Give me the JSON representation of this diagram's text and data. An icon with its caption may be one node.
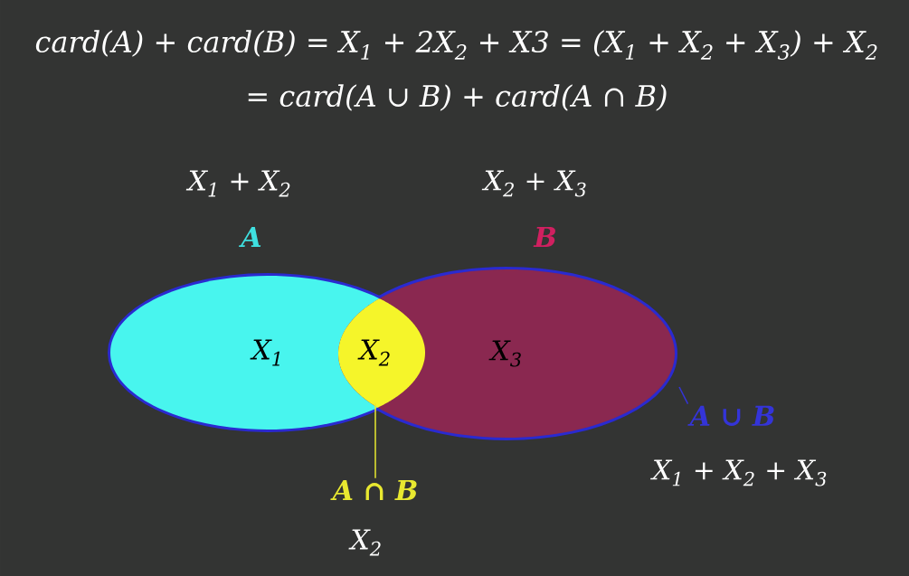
{
  "diagram": {
    "title": "card(A) + card(B) = X$_{1}$ + 2X$_{2}$ + X3 = (X$_{1}$ + X$_{2}$ + X$_{3}$) + X$_{2}$ = card(A ∪ B) + card(A ∩ B)",
    "nodes": [
      {
        "text": [
          "X$_{1}$"
        ]
      },
      {
        "text": [
          "X$_{2}$"
        ]
      },
      {
        "text": [
          "X$_{3}$"
        ]
      },
      {
        "text": [
          "A ∩ B"
        ],
        "beside": [
          "X$_{2}$"
        ]
      },
      {
        "text": [
          "A ∪ B"
        ],
        "beside": [
          "X$_{1}$ + X$_{2}$ + X$_{3}$"
        ]
      }
    ],
    "edges": [
      {
        "from": 3,
        "to": 1,
        "arrow": "none",
        "color": "#e8e830"
      },
      {
        "from": 4,
        "to": null,
        "arrow": "none",
        "color": "#3434d8"
      }
    ],
    "labels": [
      "X$_{1}$ + X$_{2}$",
      "A",
      "X$_{2}$ + X$_{3}$",
      "B"
    ]
  }
}
